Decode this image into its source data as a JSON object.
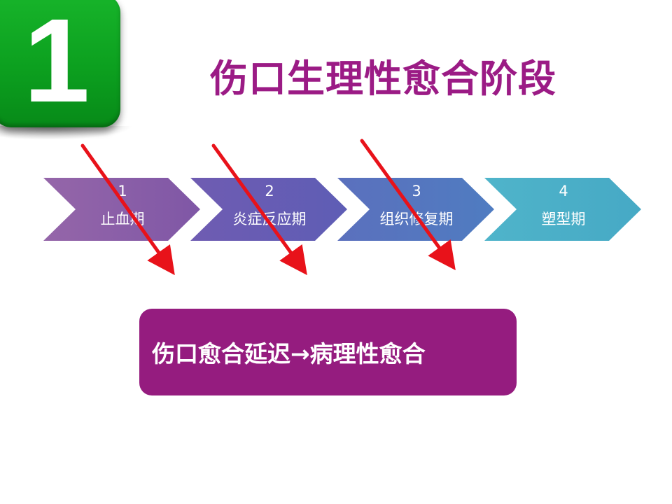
{
  "badge": {
    "number": "1",
    "color": "#0ca01f"
  },
  "title": "伤口生理性愈合阶段",
  "stages": [
    {
      "number": "1",
      "label": "止血期",
      "color": "#8c5ea8"
    },
    {
      "number": "2",
      "label": "炎症反应期",
      "color": "#6a5db3"
    },
    {
      "number": "3",
      "label": "组织修复期",
      "color": "#5472be"
    },
    {
      "number": "4",
      "label": "塑型期",
      "color": "#48adc7"
    }
  ],
  "callout": {
    "text": "伤口愈合延迟→病理性愈合",
    "color": "#951c7f"
  },
  "annotation_color": "#e8121a",
  "title_color": "#9b1b85"
}
